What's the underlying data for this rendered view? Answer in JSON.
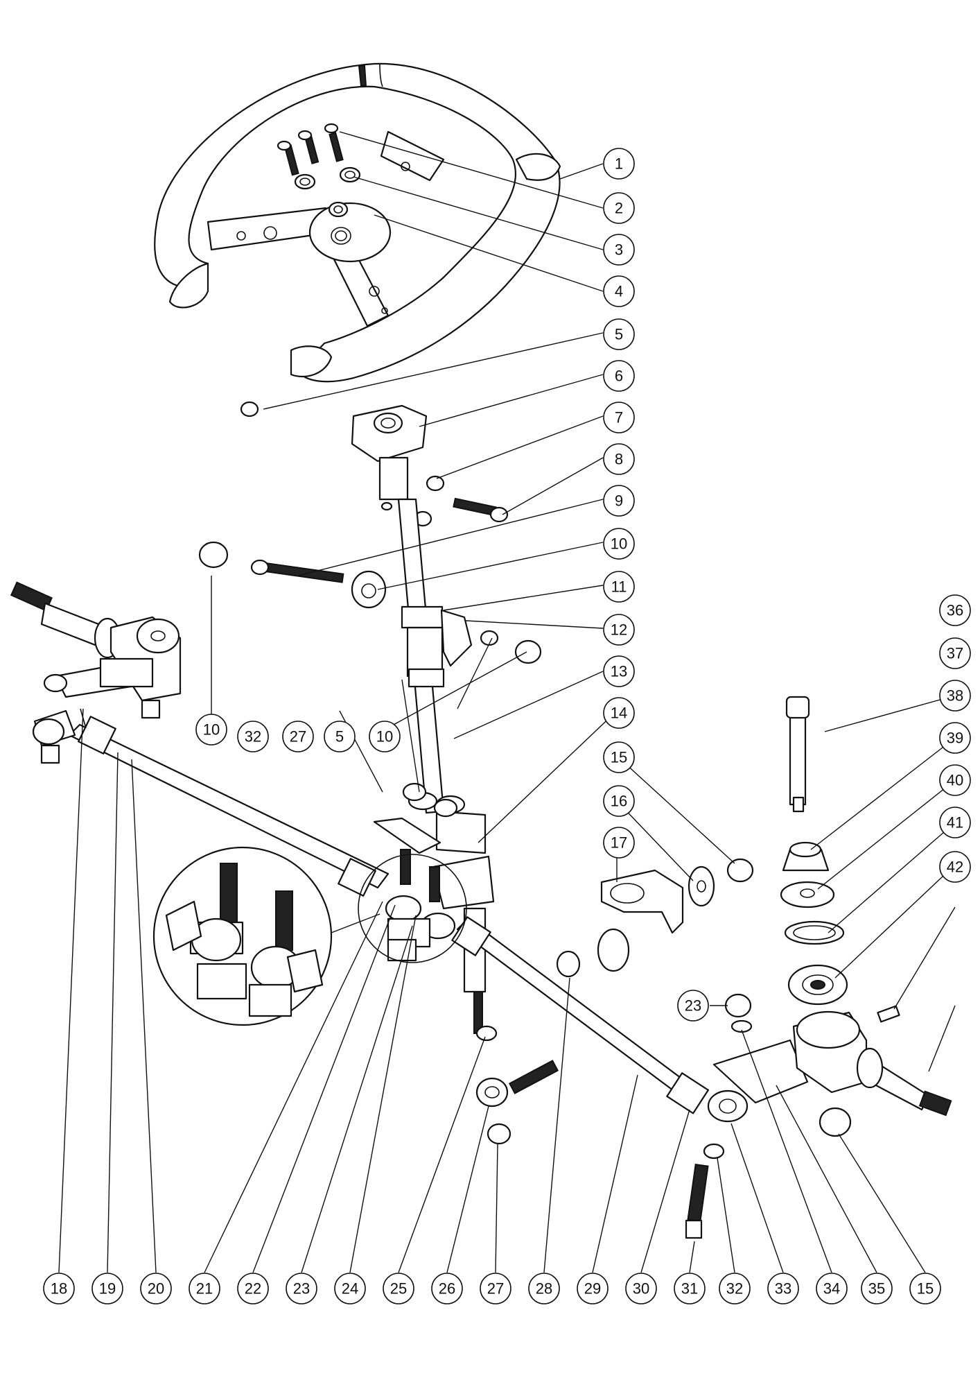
{
  "callouts": [
    {
      "id": "c1",
      "label": "1"
    },
    {
      "id": "c2",
      "label": "2"
    },
    {
      "id": "c3",
      "label": "3"
    },
    {
      "id": "c4",
      "label": "4"
    },
    {
      "id": "c5a",
      "label": "5"
    },
    {
      "id": "c6",
      "label": "6"
    },
    {
      "id": "c7",
      "label": "7"
    },
    {
      "id": "c8",
      "label": "8"
    },
    {
      "id": "c9",
      "label": "9"
    },
    {
      "id": "c10a",
      "label": "10"
    },
    {
      "id": "c11",
      "label": "11"
    },
    {
      "id": "c12",
      "label": "12"
    },
    {
      "id": "c13",
      "label": "13"
    },
    {
      "id": "c14",
      "label": "14"
    },
    {
      "id": "c15a",
      "label": "15"
    },
    {
      "id": "c16",
      "label": "16"
    },
    {
      "id": "c17",
      "label": "17"
    },
    {
      "id": "c36",
      "label": "36"
    },
    {
      "id": "c37",
      "label": "37"
    },
    {
      "id": "c38",
      "label": "38"
    },
    {
      "id": "c39",
      "label": "39"
    },
    {
      "id": "c40",
      "label": "40"
    },
    {
      "id": "c41",
      "label": "41"
    },
    {
      "id": "c42",
      "label": "42"
    },
    {
      "id": "c23a",
      "label": "23"
    },
    {
      "id": "c10b",
      "label": "10"
    },
    {
      "id": "c32a",
      "label": "32"
    },
    {
      "id": "c27a",
      "label": "27"
    },
    {
      "id": "c5b",
      "label": "5"
    },
    {
      "id": "c10c",
      "label": "10"
    },
    {
      "id": "c18",
      "label": "18"
    },
    {
      "id": "c19",
      "label": "19"
    },
    {
      "id": "c20",
      "label": "20"
    },
    {
      "id": "c21",
      "label": "21"
    },
    {
      "id": "c22",
      "label": "22"
    },
    {
      "id": "c23b",
      "label": "23"
    },
    {
      "id": "c24",
      "label": "24"
    },
    {
      "id": "c25",
      "label": "25"
    },
    {
      "id": "c26",
      "label": "26"
    },
    {
      "id": "c27b",
      "label": "27"
    },
    {
      "id": "c28",
      "label": "28"
    },
    {
      "id": "c29",
      "label": "29"
    },
    {
      "id": "c30",
      "label": "30"
    },
    {
      "id": "c31",
      "label": "31"
    },
    {
      "id": "c32b",
      "label": "32"
    },
    {
      "id": "c33",
      "label": "33"
    },
    {
      "id": "c34",
      "label": "34"
    },
    {
      "id": "c35",
      "label": "35"
    },
    {
      "id": "c15b",
      "label": "15"
    }
  ]
}
